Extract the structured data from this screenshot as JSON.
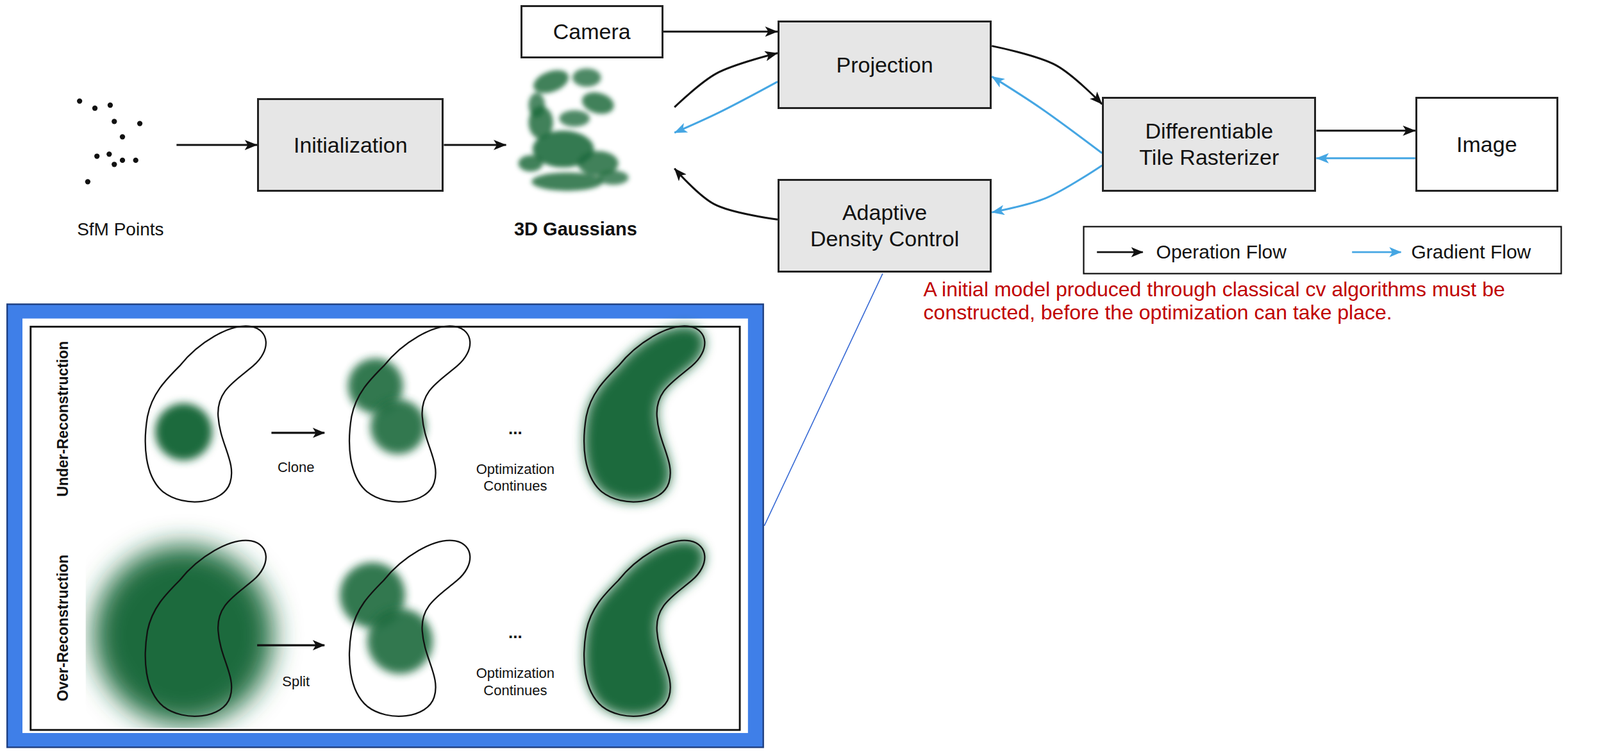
{
  "diagram": {
    "nodes": [
      {
        "text": [
          "SfM Points"
        ]
      },
      {
        "text": [
          "Initialization"
        ]
      },
      {
        "text": [
          "3D Gaussians"
        ]
      },
      {
        "text": [
          "Camera"
        ]
      },
      {
        "text": [
          "Projection"
        ]
      },
      {
        "text": [
          "Adaptive Density Control"
        ]
      },
      {
        "text": [
          "Differentiable Tile Rasterizer"
        ]
      },
      {
        "text": [
          "Image"
        ]
      }
    ],
    "edges": [
      {
        "from": 0,
        "to": 1,
        "arrow": "to"
      },
      {
        "from": 1,
        "to": 2,
        "arrow": "to"
      },
      {
        "from": 3,
        "to": 4,
        "arrow": "to"
      },
      {
        "from": 2,
        "to": 4,
        "arrow": "to"
      },
      {
        "from": 4,
        "to": 2,
        "arrow": "to"
      },
      {
        "from": 4,
        "to": 6,
        "arrow": "to"
      },
      {
        "from": 6,
        "to": 4,
        "arrow": "to"
      },
      {
        "from": 6,
        "to": 5,
        "arrow": "to"
      },
      {
        "from": 5,
        "to": 2,
        "arrow": "to"
      },
      {
        "from": 6,
        "to": 7,
        "arrow": "to"
      },
      {
        "from": 7,
        "to": 6,
        "arrow": "to"
      }
    ],
    "labels": [
      "Under-Reconstruction",
      "Clone",
      "...",
      "Optimization Continues",
      "Over-Reconstruction",
      "Split",
      "...",
      "Optimization Continues",
      "A initial model produced through classical cv algorithms must be constructed, before the optimization can take place."
    ],
    "legend": [
      {
        "text": "Operation Flow"
      },
      {
        "text": "Gradient Flow"
      }
    ]
  }
}
